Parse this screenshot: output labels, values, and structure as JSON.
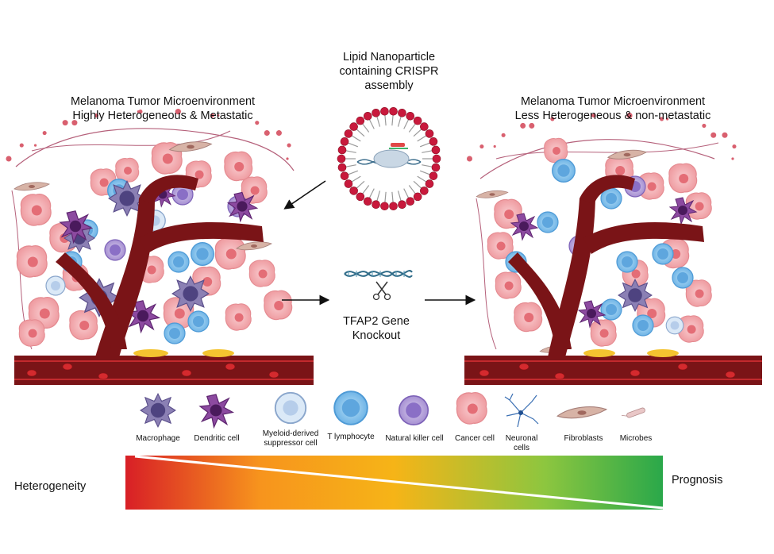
{
  "left_panel": {
    "title_line1": "Melanoma Tumor Microenvironment",
    "title_line2": "Highly Heterogeneous & Metastatic"
  },
  "right_panel": {
    "title_line1": "Melanoma Tumor Microenvironment",
    "title_line2": "Less Heterogeneous & non-metastatic"
  },
  "nanoparticle": {
    "line1": "Lipid Nanoparticle",
    "line2": "containing CRISPR",
    "line3": "assembly"
  },
  "knockout": {
    "line1": "TFAP2 Gene",
    "line2": "Knockout"
  },
  "legend": [
    {
      "label": "Macrophage",
      "icon": "macrophage-icon"
    },
    {
      "label": "Dendritic cell",
      "icon": "dendritic-cell-icon"
    },
    {
      "label": "Myeloid-derived suppressor cell",
      "icon": "mdsc-icon"
    },
    {
      "label": "T lymphocyte",
      "icon": "t-lymphocyte-icon"
    },
    {
      "label": "Natural killer cell",
      "icon": "nk-cell-icon"
    },
    {
      "label": "Cancer cell",
      "icon": "cancer-cell-icon"
    },
    {
      "label": "Neuronal cells",
      "icon": "neuron-icon"
    },
    {
      "label": "Fibroblasts",
      "icon": "fibroblast-icon"
    },
    {
      "label": "Microbes",
      "icon": "microbe-icon"
    }
  ],
  "gradient_bar": {
    "left_label": "Heterogeneity",
    "right_label": "Prognosis",
    "colors": [
      "#d81f26",
      "#f7941d",
      "#f6b417",
      "#8dc63f",
      "#2aa84a"
    ]
  },
  "colors": {
    "vessel": "#7a1417",
    "vessel_light": "#c22a2e",
    "cancer_cell": "#f6b6b8",
    "t_cell": "#8fc8ee",
    "macrophage": "#7d72a8",
    "dendritic": "#7b3f8e",
    "lipid_head": "#c8193c"
  }
}
